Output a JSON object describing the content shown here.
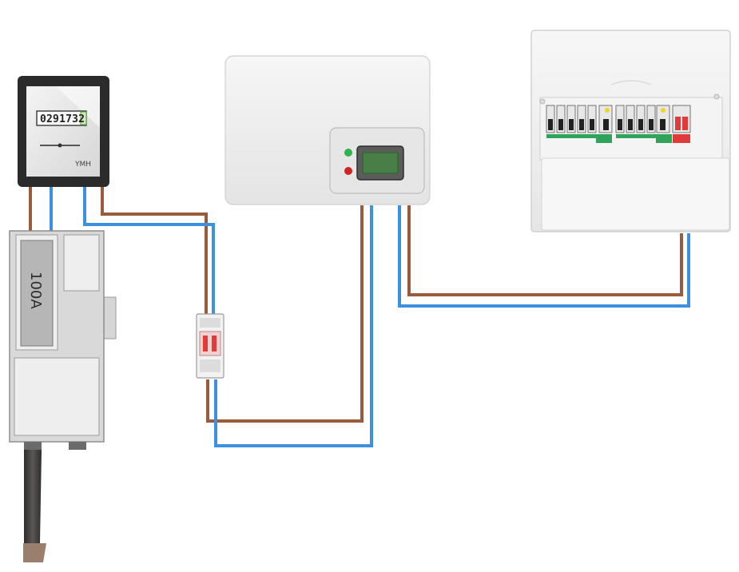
{
  "meter": {
    "reading": "0291732",
    "brand": "YMH"
  },
  "cutout": {
    "rating": "100A"
  },
  "colors": {
    "live": "#9a5a3c",
    "neutral": "#3d8fe0",
    "tails": "#4a4543",
    "rcd_switch": "#e03a3a",
    "indicator_green": "#2fb24a",
    "indicator_red": "#d22323"
  }
}
